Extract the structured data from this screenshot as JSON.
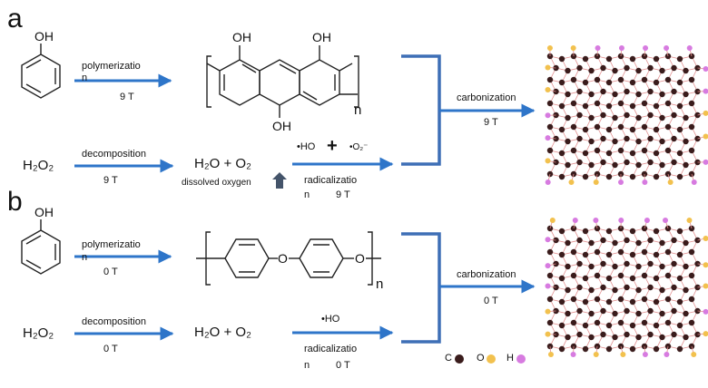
{
  "panels": {
    "a": "a",
    "b": "b"
  },
  "row_a1": {
    "reactant_oh": "OH",
    "process": "polymerizatio",
    "process_wrap": "n",
    "field": "9 T",
    "polymer_oh_1": "OH",
    "polymer_oh_2": "OH",
    "polymer_oh_3": "OH",
    "subscript": "n"
  },
  "row_a2": {
    "reactant": "H₂O₂",
    "process": "decomposition",
    "field": "9 T",
    "product": "H₂O + O₂",
    "note": "dissolved oxygen",
    "radical_1": "•HO",
    "plus": "+",
    "radical_2": "•O₂⁻",
    "process_2": "radicalizatio",
    "process_2_wrap": "n",
    "field_2": "9 T"
  },
  "row_b1": {
    "reactant_oh": "OH",
    "process": "polymerizatio",
    "process_wrap": "n",
    "field": "0 T",
    "linker_o_1": "O",
    "linker_o_2": "O",
    "subscript": "n"
  },
  "row_b2": {
    "reactant": "H₂O₂",
    "process": "decomposition",
    "field": "0 T",
    "product": "H₂O + O₂",
    "radical": "•HO",
    "process_2": "radicalizatio",
    "process_2_wrap": "n",
    "field_2": "0 T"
  },
  "carbonization_a": {
    "label": "carbonization",
    "field": "9 T"
  },
  "carbonization_b": {
    "label": "carbonization",
    "field": "0 T"
  },
  "legend": {
    "c": "C",
    "o": "O",
    "h": "H"
  },
  "colors": {
    "arrow": "#2e75c9",
    "bracket": "#3e6fb6",
    "carbon": "#3a1c1c",
    "oxygen": "#f2c14e",
    "hydrogen": "#d77be0",
    "bond": "#e08b8b"
  }
}
